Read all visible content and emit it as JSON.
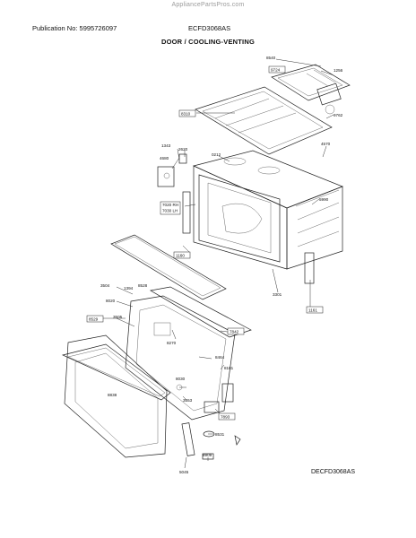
{
  "header": {
    "watermark": "AppliancePartsPros.com",
    "publication": "Publication No: 5995726097",
    "model": "ECFD3068AS",
    "section_title": "DOOR / COOLING-VENTING"
  },
  "footer": {
    "drawing_code": "DECFD3068AS"
  },
  "callouts": {
    "c8540": "8540",
    "c9724": "9724",
    "c1256": "1256",
    "c8310": "8310",
    "c9762": "9762",
    "c4570": "4570",
    "c1343": "1343",
    "c2620": "2620",
    "c0212": "0212",
    "c4680": "4680",
    "c5990": "5990",
    "c7020rh": "7020  RH",
    "c7030lh": "7030  LH",
    "c1160": "1160",
    "c3301": "3301",
    "c1161": "1161",
    "c3504": "3504",
    "c1394": "1394",
    "c8528": "8528",
    "c8020": "8020",
    "c3505": "3505",
    "c8529": "8529",
    "c7842": "7842",
    "c8270": "8270",
    "c8464": "8464",
    "c8181": "8181",
    "c8030": "8030",
    "c8838": "8838",
    "c3553": "3553",
    "c7893": "7893",
    "c8531": "8531",
    "c8909": "8909",
    "c5045": "5045"
  }
}
